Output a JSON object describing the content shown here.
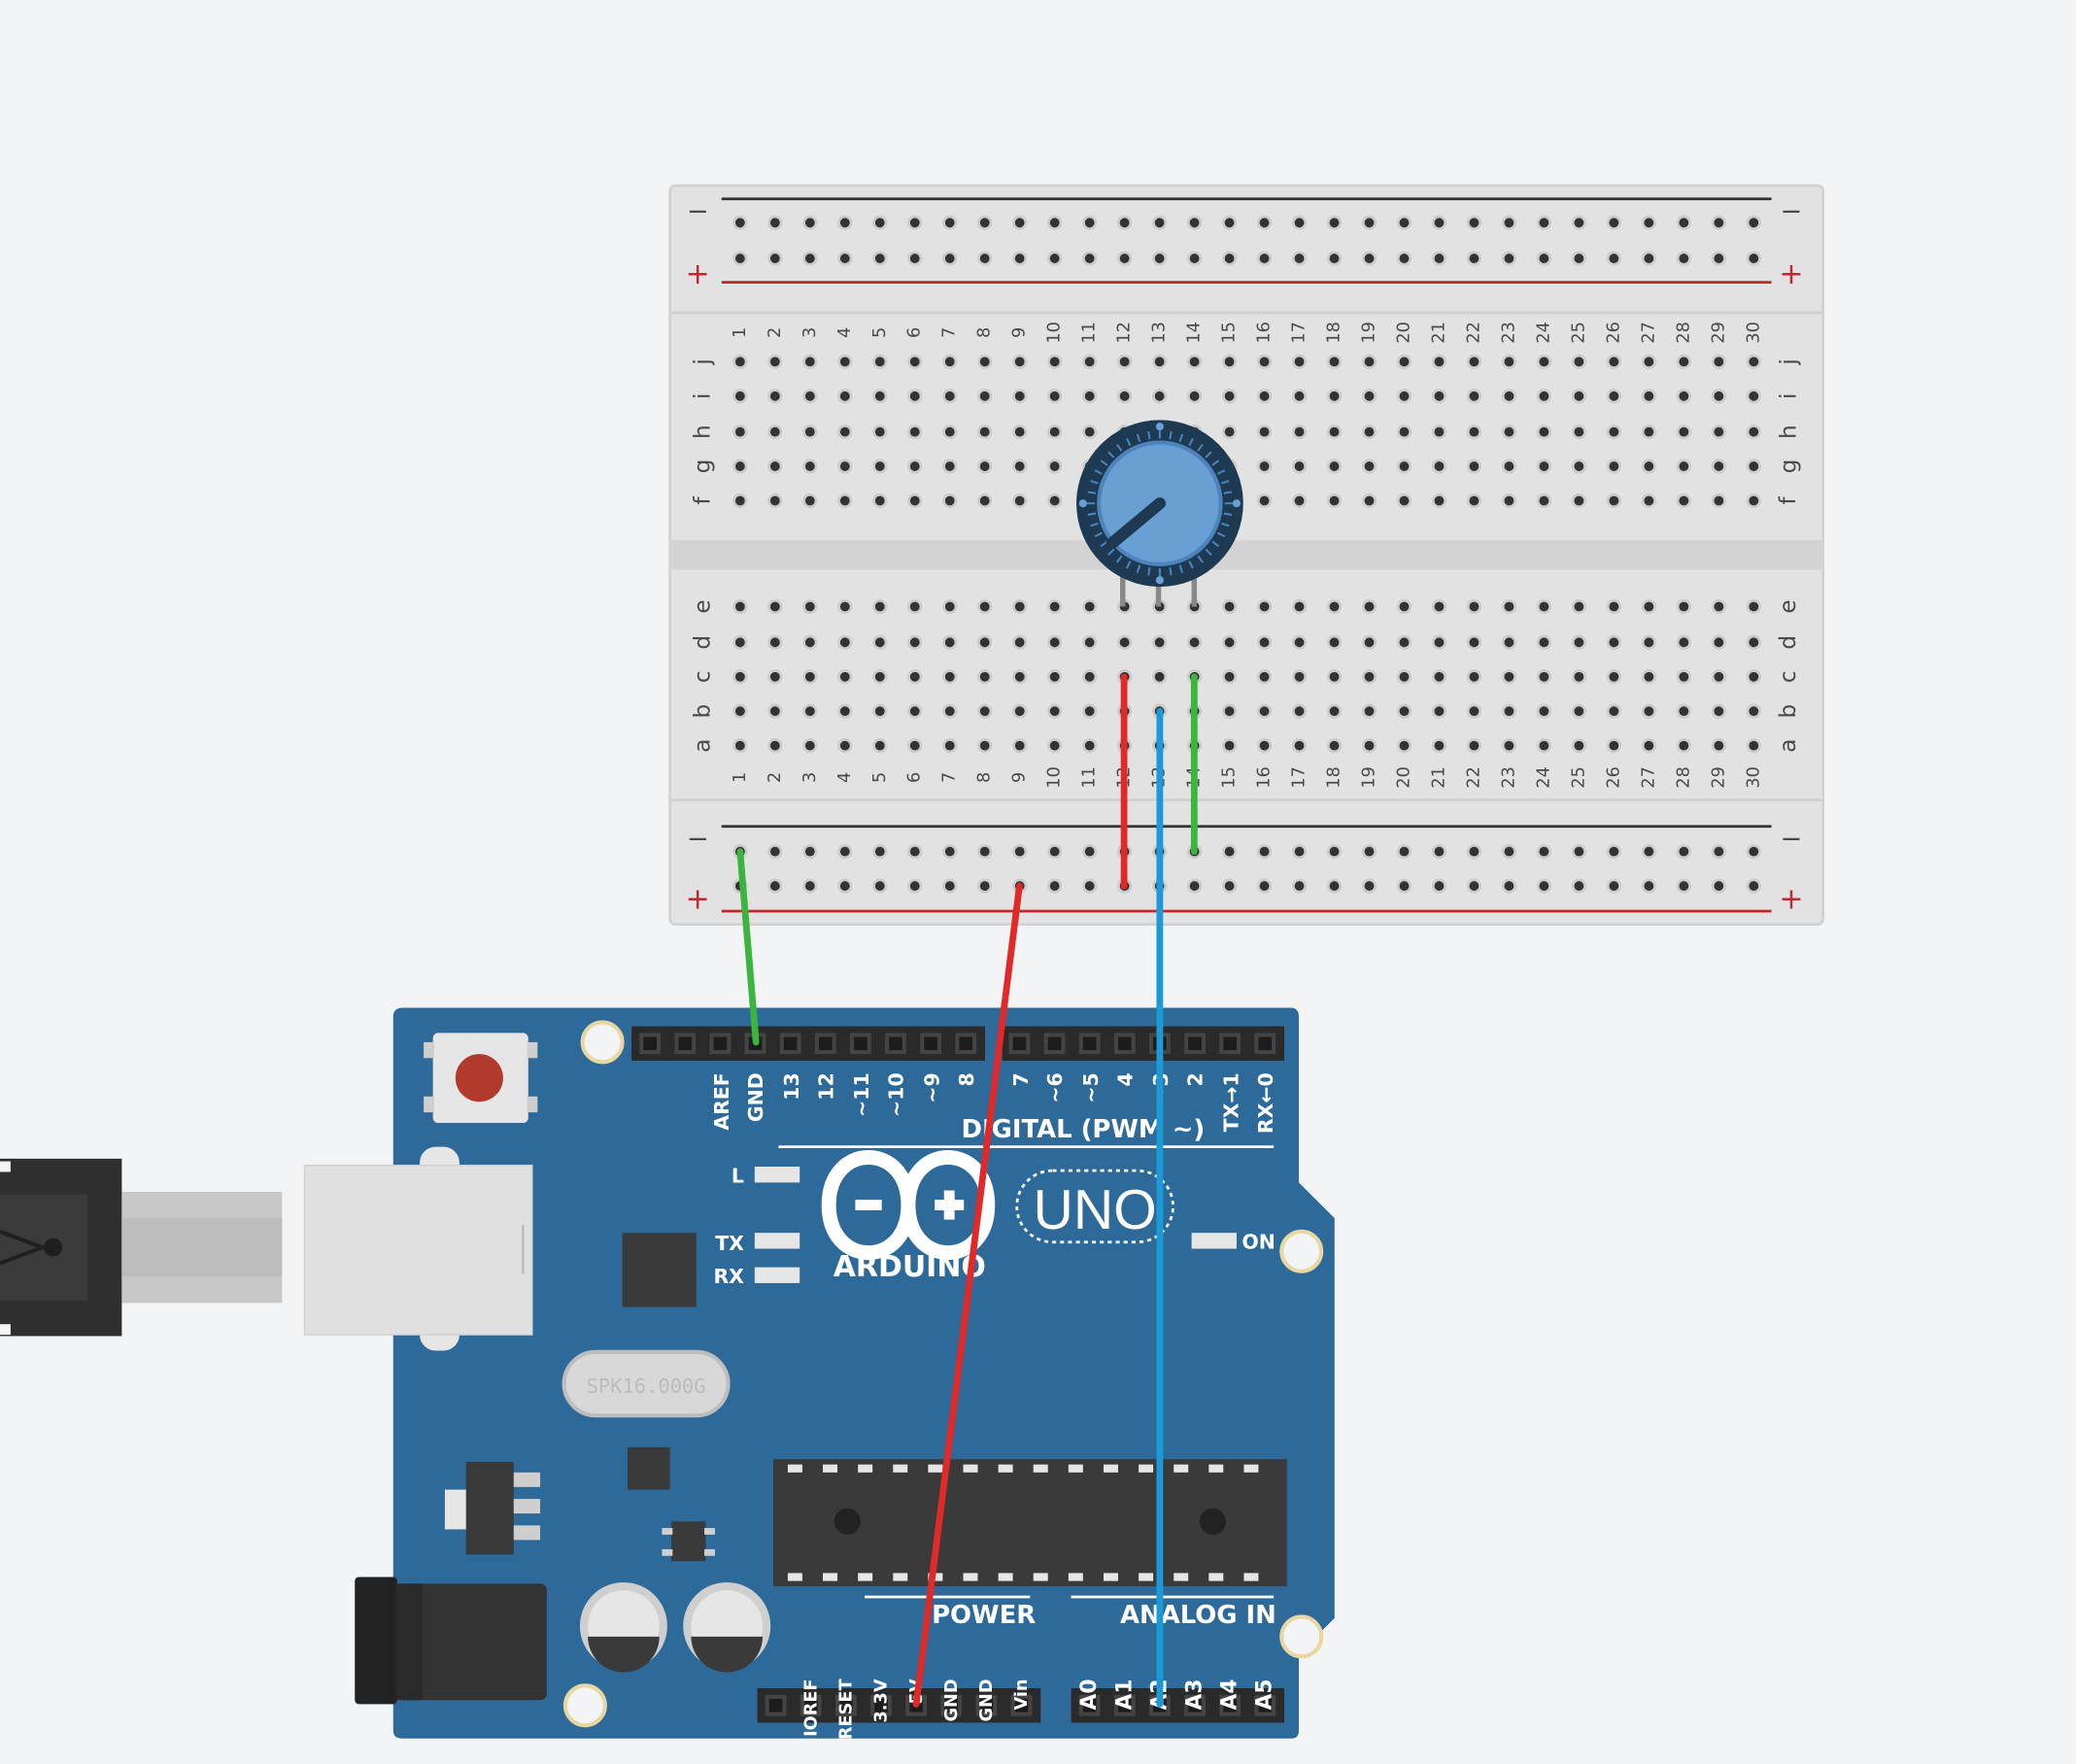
{
  "breadboard": {
    "columns": 30,
    "rows_top": [
      "j",
      "i",
      "h",
      "g",
      "f"
    ],
    "rows_bottom": [
      "e",
      "d",
      "c",
      "b",
      "a"
    ],
    "rail_minus": "−",
    "rail_plus": "+",
    "colors": {
      "body": "#e2e2e2",
      "rail_red": "#c1272d",
      "rail_black": "#333333"
    }
  },
  "potentiometer": {
    "knob_color": "#6a9fd4",
    "ring_color": "#1e3a52"
  },
  "arduino": {
    "board_color": "#2e6a99",
    "model": "UNO",
    "brand": "ARDUINO",
    "crystal": "SPK16.000G",
    "digital_title": "DIGITAL (PWM ~)",
    "digital_pins": [
      "AREF",
      "GND",
      "13",
      "12",
      "~11",
      "~10",
      "~9",
      "8",
      "7",
      "~6",
      "~5",
      "4",
      "~3",
      "2",
      "TX→1",
      "RX←0"
    ],
    "led_labels": {
      "l": "L",
      "tx": "TX",
      "rx": "RX",
      "on": "ON"
    },
    "power_title": "POWER",
    "power_pins": [
      "IOREF",
      "RESET",
      "3.3V",
      "5V",
      "GND",
      "GND",
      "Vin"
    ],
    "analog_title": "ANALOG IN",
    "analog_pins": [
      "A0",
      "A1",
      "A2",
      "A3",
      "A4",
      "A5"
    ]
  },
  "wires": [
    {
      "name": "gnd-wire",
      "color": "#3cb540",
      "from": "GND",
      "to": "breadboard-negative-rail"
    },
    {
      "name": "5v-wire",
      "color": "#e02a2a",
      "from": "5V",
      "to": "breadboard-positive-rail"
    },
    {
      "name": "a2-signal-wire",
      "color": "#1a9ad6",
      "from": "A2",
      "to": "potentiometer-wiper"
    },
    {
      "name": "pot-power-wire",
      "color": "#e02a2a",
      "from": "potentiometer-pin-1",
      "to": "breadboard-positive-rail"
    },
    {
      "name": "pot-ground-wire",
      "color": "#3cb540",
      "from": "potentiometer-pin-3",
      "to": "breadboard-negative-rail"
    }
  ]
}
